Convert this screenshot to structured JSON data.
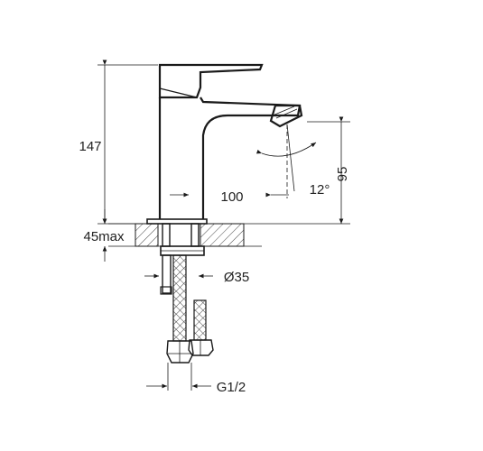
{
  "drawing": {
    "labels": {
      "height_total": "147",
      "height_spout": "95",
      "spout_reach": "100",
      "angle": "12°",
      "mount_thickness": "45max",
      "hole_diameter": "Ø35",
      "thread": "G1/2"
    },
    "colors": {
      "ink": "#1a1a1a",
      "background": "#ffffff",
      "hatch": "#333333"
    }
  }
}
